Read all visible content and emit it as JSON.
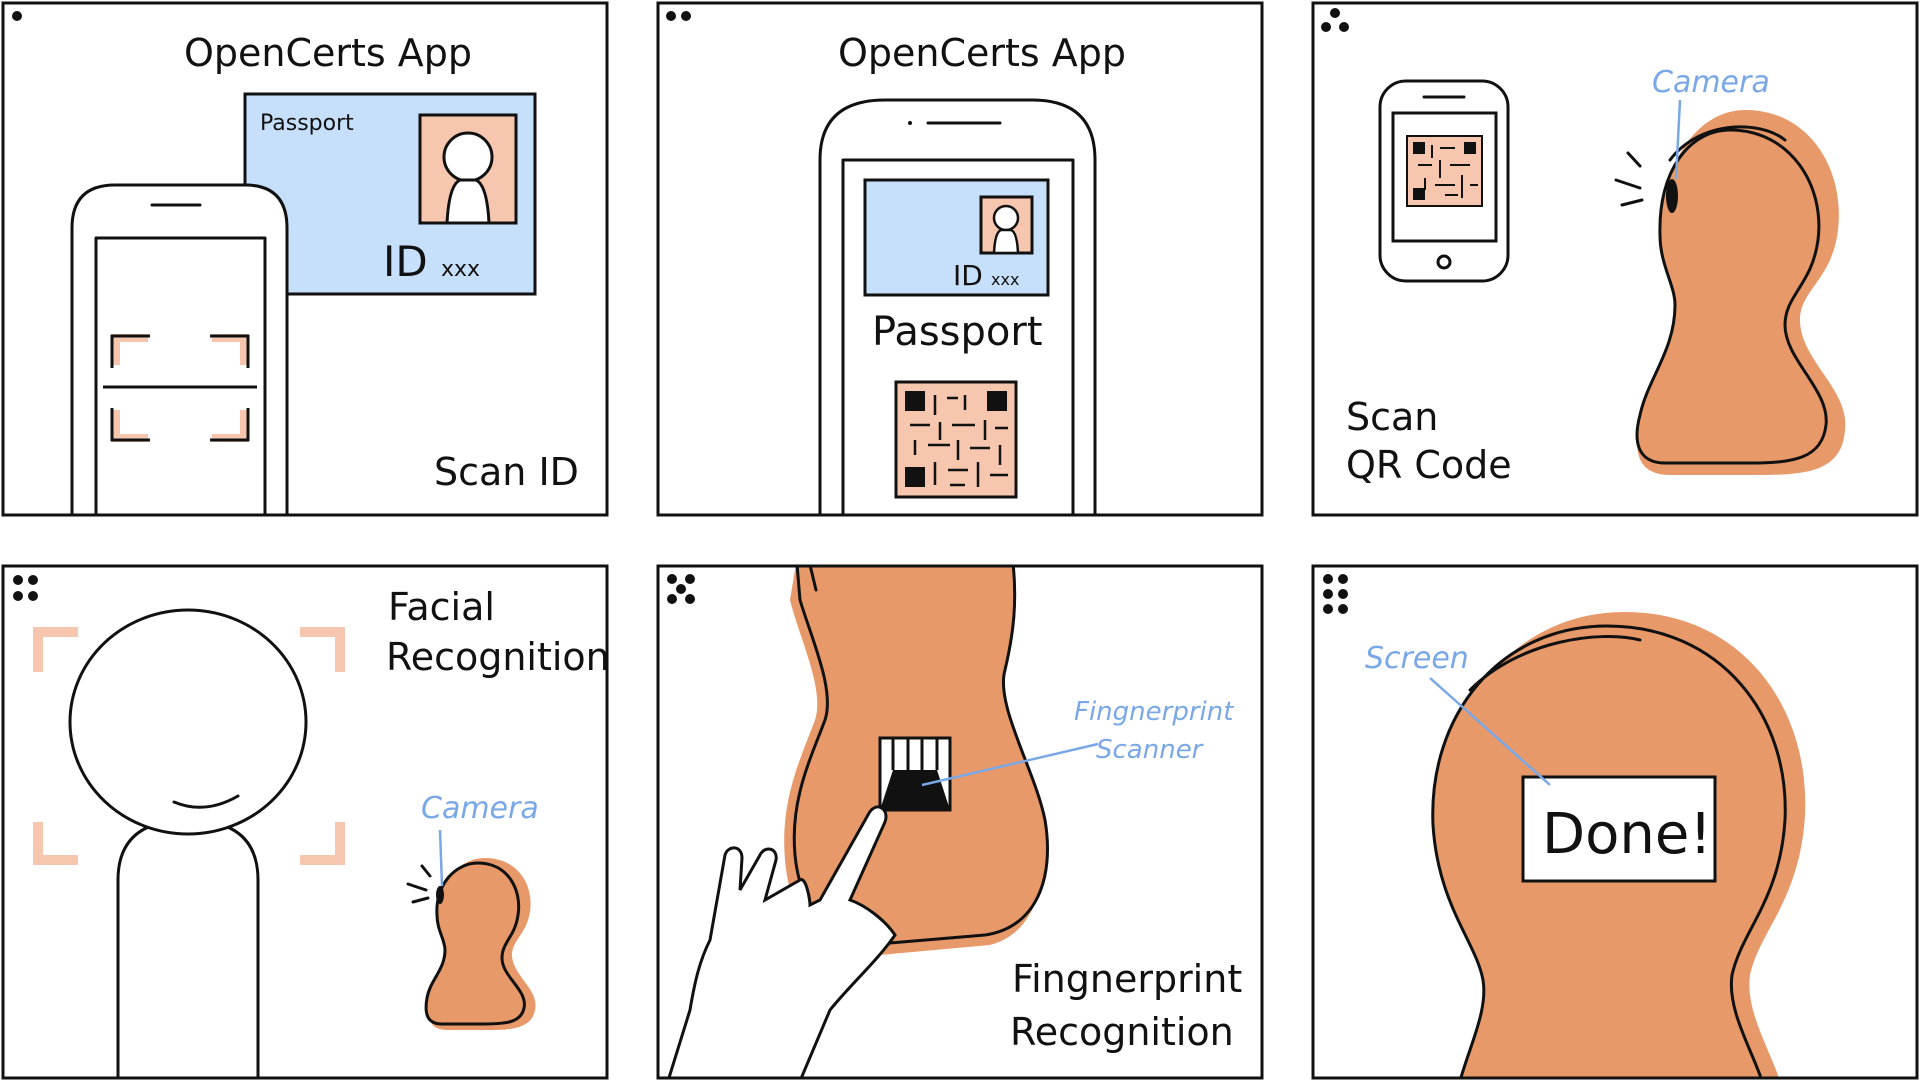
{
  "colors": {
    "ink": "#111111",
    "orange": "#e8996a",
    "peach": "#f6c7ae",
    "passport_blue": "#c6e0fb",
    "annotation_blue": "#7aa8e6",
    "paper": "#ffffff"
  },
  "panels": [
    {
      "step_dots": 1,
      "app_title": "OpenCerts App",
      "passport_label": "Passport",
      "id_text": "ID",
      "id_suffix": "xxx",
      "caption": "Scan ID"
    },
    {
      "step_dots": 2,
      "app_title": "OpenCerts App",
      "id_text": "ID",
      "id_suffix": "xxx",
      "passport_label": "Passport"
    },
    {
      "step_dots": 3,
      "camera_label": "Camera",
      "caption_line1": "Scan",
      "caption_line2": "QR Code"
    },
    {
      "step_dots": 4,
      "caption_line1": "Facial",
      "caption_line2": "Recognition",
      "camera_label": "Camera"
    },
    {
      "step_dots": 5,
      "scanner_label_line1": "Fingnerprint",
      "scanner_label_line2": "Scanner",
      "caption_line1": "Fingnerprint",
      "caption_line2": "Recognition"
    },
    {
      "step_dots": 6,
      "screen_label": "Screen",
      "done_text": "Done!"
    }
  ]
}
